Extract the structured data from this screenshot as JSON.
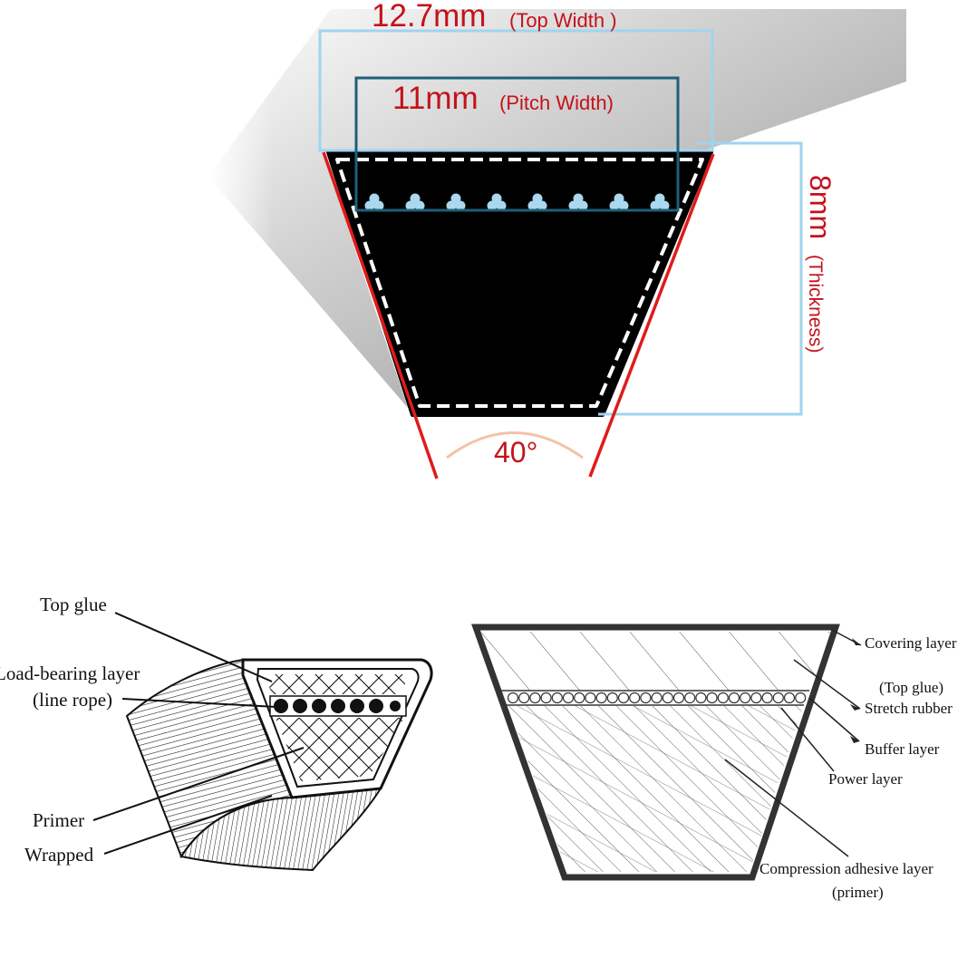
{
  "belt_profile": {
    "top_width_value": "12.7mm",
    "top_width_label": "(Top Width )",
    "pitch_width_value": "11mm",
    "pitch_width_label": "(Pitch Width)",
    "thickness_value": "8mm",
    "thickness_label": "(Thickness)",
    "angle_label": "40°",
    "colors": {
      "dimension_text": "#c4121a",
      "dimension_line": "#9fd4ee",
      "pitch_line": "#1f5f7a",
      "angle_line": "#e01b1b",
      "belt_fill": "#000000",
      "cord": "#a9d8ef"
    }
  },
  "perspective_diagram": {
    "labels": {
      "top_glue": "Top glue",
      "load_bearing": "Load-bearing layer",
      "line_rope": "(line rope)",
      "primer": "Primer",
      "wrapped": "Wrapped"
    }
  },
  "cross_section_diagram": {
    "labels": {
      "covering_layer": "Covering layer",
      "top_glue": "(Top glue)",
      "stretch_rubber": "Stretch rubber",
      "buffer_layer": "Buffer layer",
      "power_layer": "Power layer",
      "compression_layer": "Compression adhesive layer",
      "compression_primer": "(primer)"
    }
  }
}
